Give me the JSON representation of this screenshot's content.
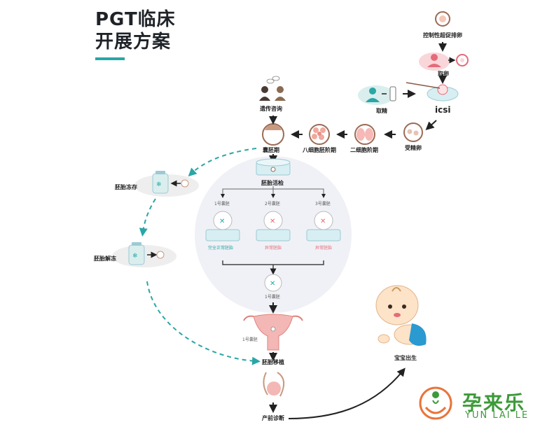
{
  "title": {
    "line1": "PGT临床",
    "line2": "开展方案"
  },
  "labels": {
    "controlled_ovulation": "控制性超促排卵",
    "egg_retrieval": "取卵",
    "sperm_retrieval": "取精",
    "icsi": "icsi",
    "fertilized_egg": "受精卵",
    "two_cell": "二细胞阶期",
    "eight_cell": "八细胞胚阶期",
    "blastocyst": "囊胚期",
    "genetic_counseling": "遗传咨询",
    "embryo_biopsy": "胚胎活检",
    "embryo_freeze": "胚胎冻存",
    "embryo_thaw": "胚胎解冻",
    "embryo1": "1号囊胚",
    "embryo2": "2号囊胚",
    "embryo3": "3号囊胚",
    "result1": "完全正常胚胎",
    "result2": "异常胚胎",
    "result3": "异常胚胎",
    "selected": "1号囊胚",
    "uterus_embryo": "1号囊胚",
    "transfer": "胚胎移植",
    "prenatal": "产前诊断",
    "baby_born": "宝宝出生"
  },
  "logo": {
    "name": "孕来乐",
    "pinyin": "YUN LAI LE"
  },
  "colors": {
    "teal": "#2aa6a6",
    "pink": "#e46b78",
    "brown": "#8a5a44",
    "green": "#3d9a3a",
    "orange": "#e9743a"
  }
}
